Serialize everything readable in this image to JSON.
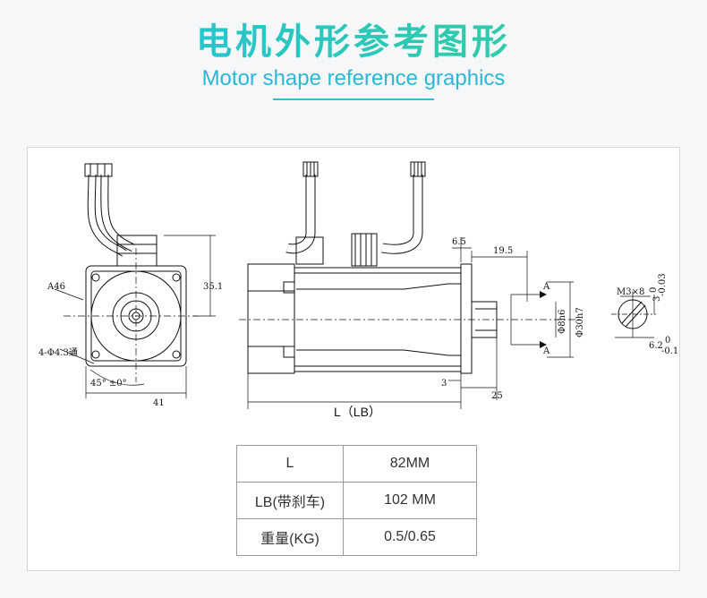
{
  "header": {
    "title_cn": "电机外形参考图形",
    "title_en": "Motor shape reference graphics"
  },
  "drawing": {
    "front_view": {
      "flange_dim": "A46",
      "hole_dim": "4-Φ4.3通",
      "angle_dim": "45° ±0°",
      "width_dim": "41",
      "height_dim": "35.1"
    },
    "side_view": {
      "dim_6_5": "6.5",
      "dim_19_5": "19.5",
      "dim_3": "3",
      "dim_25": "25",
      "section_a_top": "A",
      "section_a_bottom": "A",
      "shaft_dia": "Φ8h6",
      "pilot_dia": "Φ30h7",
      "length_label": "L（LB）"
    },
    "section_view": {
      "screw_label": "M3×8",
      "tol_3": "3",
      "tol_3_upper": "0",
      "tol_3_lower": "-0.03",
      "tol_62": "6.2",
      "tol_62_upper": "0",
      "tol_62_lower": "-0.1"
    }
  },
  "spec_table": {
    "rows": [
      {
        "label": "L",
        "value": "82MM"
      },
      {
        "label": "LB(带刹车)",
        "value": "102 MM"
      },
      {
        "label": "重量(KG)",
        "value": "0.5/0.65"
      }
    ]
  }
}
